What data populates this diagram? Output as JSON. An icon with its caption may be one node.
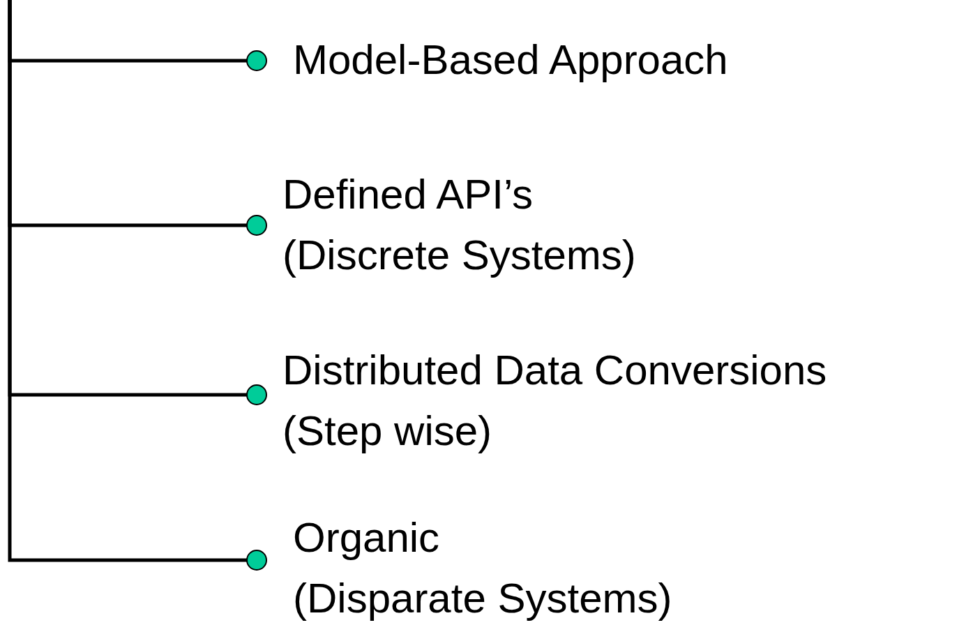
{
  "diagram": {
    "nodes": [
      {
        "text": [],
        "shape": "circle",
        "beside": [
          "Model-Based Approach"
        ]
      },
      {
        "text": [],
        "shape": "circle",
        "beside": [
          "Defined API’s",
          "(Discrete Systems)"
        ]
      },
      {
        "text": [],
        "shape": "circle",
        "beside": [
          "Distributed Data Conversions",
          "(Step wise)"
        ]
      },
      {
        "text": [],
        "shape": "circle",
        "beside": [
          "Organic",
          "(Disparate Systems)"
        ]
      }
    ],
    "edges": [
      {
        "from": null,
        "to": 0,
        "arrow": "none"
      },
      {
        "from": null,
        "to": 1,
        "arrow": "none"
      },
      {
        "from": null,
        "to": 2,
        "arrow": "none"
      },
      {
        "from": null,
        "to": 3,
        "arrow": "none"
      }
    ]
  }
}
